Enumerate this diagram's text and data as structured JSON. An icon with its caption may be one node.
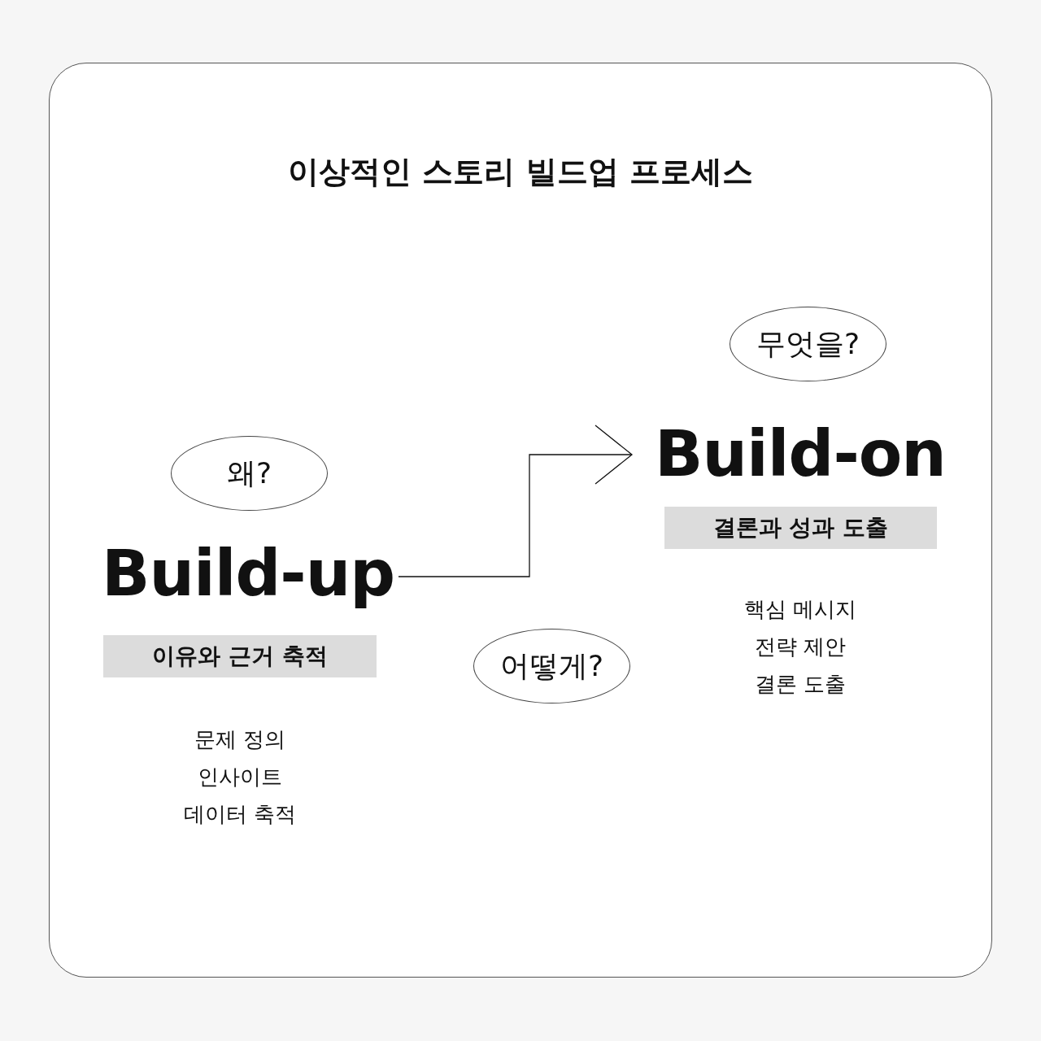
{
  "diagram": {
    "title": "이상적인 스토리 빌드업 프로세스",
    "nodes": [
      {
        "text": [
          "왜?"
        ]
      },
      {
        "text": [
          "Build-up"
        ]
      },
      {
        "text": [
          "이유와 근거 축적"
        ]
      },
      {
        "text": [
          "어떻게?"
        ]
      },
      {
        "text": [
          "무엇을?"
        ]
      },
      {
        "text": [
          "Build-on"
        ]
      },
      {
        "text": [
          "결론과 성과 도출"
        ]
      }
    ],
    "edges": [
      {
        "from": 1,
        "to": 5,
        "arrow": "to"
      }
    ],
    "labels": [
      "문제 정의",
      "인사이트",
      "데이터 축적",
      "핵심 메시지",
      "전략 제안",
      "결론 도출"
    ]
  }
}
